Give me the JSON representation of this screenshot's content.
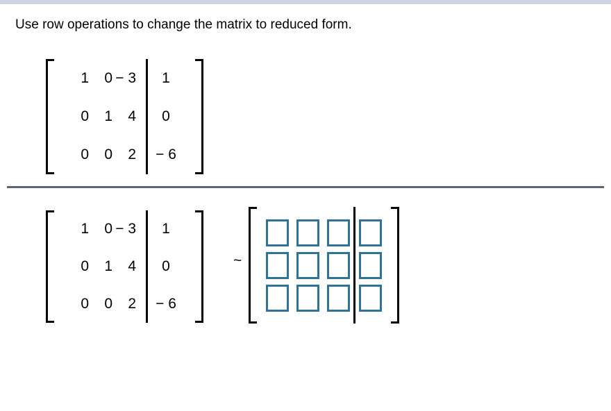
{
  "window": {
    "top_bar_color": "#ced4df",
    "background": "#ffffff"
  },
  "prompt": {
    "text": "Use row operations to change the matrix to reduced form."
  },
  "divider": {
    "color": "#5b6670"
  },
  "given_matrix": {
    "label": "given-augmented-matrix",
    "coefficients": [
      [
        "1",
        "0",
        "− 3"
      ],
      [
        "0",
        "1",
        "4"
      ],
      [
        "0",
        "0",
        "2"
      ]
    ],
    "augment": [
      "1",
      "0",
      "− 6"
    ]
  },
  "work_row": {
    "source_matrix": {
      "coefficients": [
        [
          "1",
          "0",
          "− 3"
        ],
        [
          "0",
          "1",
          "4"
        ],
        [
          "0",
          "0",
          "2"
        ]
      ],
      "augment": [
        "1",
        "0",
        "− 6"
      ]
    },
    "equivalence_symbol": "~",
    "answer_matrix": {
      "border_color": "#317398",
      "rows": 3,
      "coefficient_columns": 3,
      "augment_columns": 1,
      "cells": [
        [
          "",
          "",
          "",
          ""
        ],
        [
          "",
          "",
          "",
          ""
        ],
        [
          "",
          "",
          "",
          ""
        ]
      ]
    }
  }
}
